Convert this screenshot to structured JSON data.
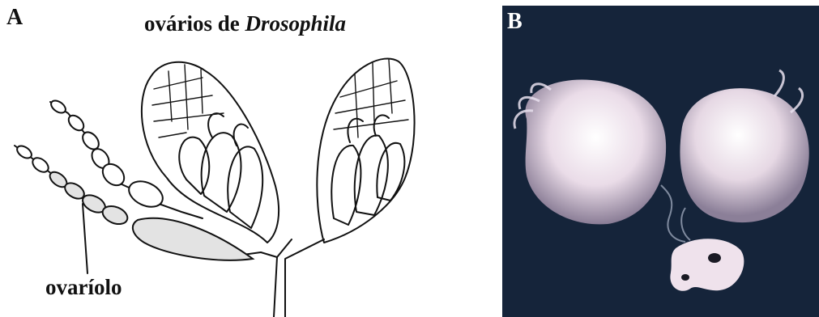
{
  "panel_a": {
    "letter": "A",
    "title_prefix": "ovários de ",
    "title_genus": "Drosophila",
    "callout_label": "ovaríolo",
    "colors": {
      "line": "#111111",
      "egg_fill": "#e3e3e3"
    }
  },
  "panel_b": {
    "letter": "B",
    "colors": {
      "background": "#15243a",
      "tissue": "#f2e6ee"
    }
  }
}
